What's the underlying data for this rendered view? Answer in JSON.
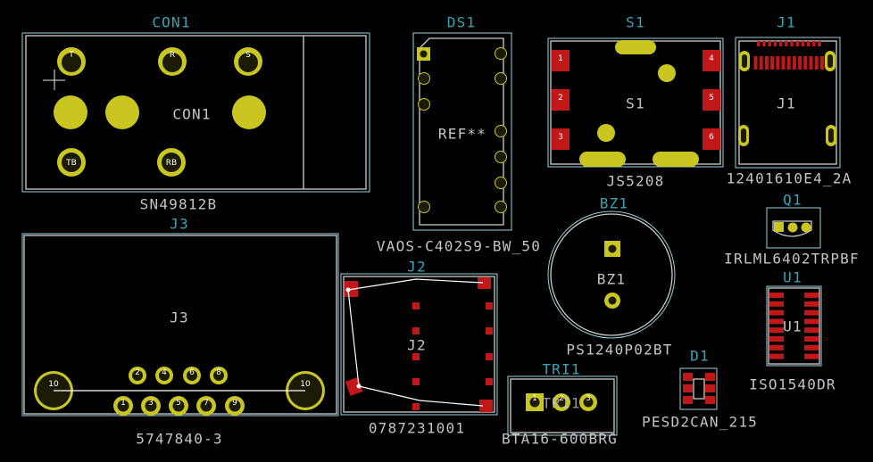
{
  "colors": {
    "canvas_background": "#000000",
    "reference_text": "#38a3b5",
    "value_text": "#c4c4c4",
    "courtyard": "#9ad2e2",
    "fab_outline": "#cdcdcd",
    "tht_pad": "#c9c521",
    "drill": "#1b1b05",
    "smd_pad": "#c01818",
    "pad_label": "#ffffff",
    "ratsnest": "#ffffff"
  },
  "cursor": {
    "icon": "crosshair-icon"
  },
  "footprints": {
    "con1": {
      "reference": "CON1",
      "value": "SN49812B",
      "fab_text": "CON1",
      "pads": [
        "T",
        "R",
        "S",
        "TB",
        "RB"
      ]
    },
    "ds1": {
      "reference": "DS1",
      "value": "VAOS-C402S9-BW_50",
      "fab_text": "REF**"
    },
    "s1": {
      "reference": "S1",
      "value": "JS5208",
      "fab_text": "S1",
      "pads": [
        "1",
        "2",
        "3",
        "4",
        "5",
        "6"
      ]
    },
    "j1": {
      "reference": "J1",
      "value": "12401610E4_2A",
      "fab_text": "J1"
    },
    "q1": {
      "reference": "Q1",
      "value": "IRLML6402TRPBF"
    },
    "u1": {
      "reference": "U1",
      "value": "ISO1540DR",
      "fab_text": "U1"
    },
    "bz1": {
      "reference": "BZ1",
      "value": "PS1240P02BT",
      "fab_text": "BZ1"
    },
    "d1": {
      "reference": "D1",
      "value": "PESD2CAN_215"
    },
    "tri1": {
      "reference": "TRI1",
      "value": "BTA16-600BRG",
      "fab_text": "TRI1",
      "pads": [
        "1",
        "2",
        "3"
      ]
    },
    "j2": {
      "reference": "J2",
      "value": "0787231001",
      "fab_text": "J2"
    },
    "j3": {
      "reference": "J3",
      "value": "5747840-3",
      "fab_text": "J3",
      "pads": [
        "10",
        "10",
        "2",
        "4",
        "6",
        "8",
        "1",
        "3",
        "5",
        "7",
        "9"
      ]
    }
  }
}
